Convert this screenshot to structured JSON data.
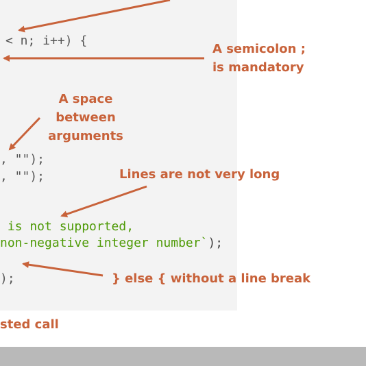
{
  "code_lines": [
    {
      "parts": [
        {
          "text": "< n; i++) {",
          "kind": "plain"
        }
      ]
    },
    {
      "parts": [
        {
          "text": ", \"\");",
          "kind": "plain"
        }
      ]
    },
    {
      "parts": [
        {
          "text": ", \"\");",
          "kind": "plain"
        }
      ]
    },
    {
      "parts": [
        {
          "text": " is not supported,",
          "kind": "str"
        }
      ]
    },
    {
      "parts": [
        {
          "text": "non-negative integer number`);",
          "kind": "mixed"
        }
      ]
    },
    {
      "parts": [
        {
          "text": ");",
          "kind": "plain"
        }
      ]
    }
  ],
  "annotations": {
    "semicolon_line1": "A semicolon ;",
    "semicolon_line2": "is mandatory",
    "space_line1": "A space",
    "space_line2": "between",
    "space_line3": "arguments",
    "lines_long": "Lines are not very long",
    "else_break": "} else { without a line break",
    "nested_call": "sted call"
  },
  "colors": {
    "annotation": "#c8623a",
    "code_panel": "#f3f3f3",
    "code_text": "#555555",
    "string": "#4e9a06",
    "bottom_bar": "#b9b9b9"
  }
}
